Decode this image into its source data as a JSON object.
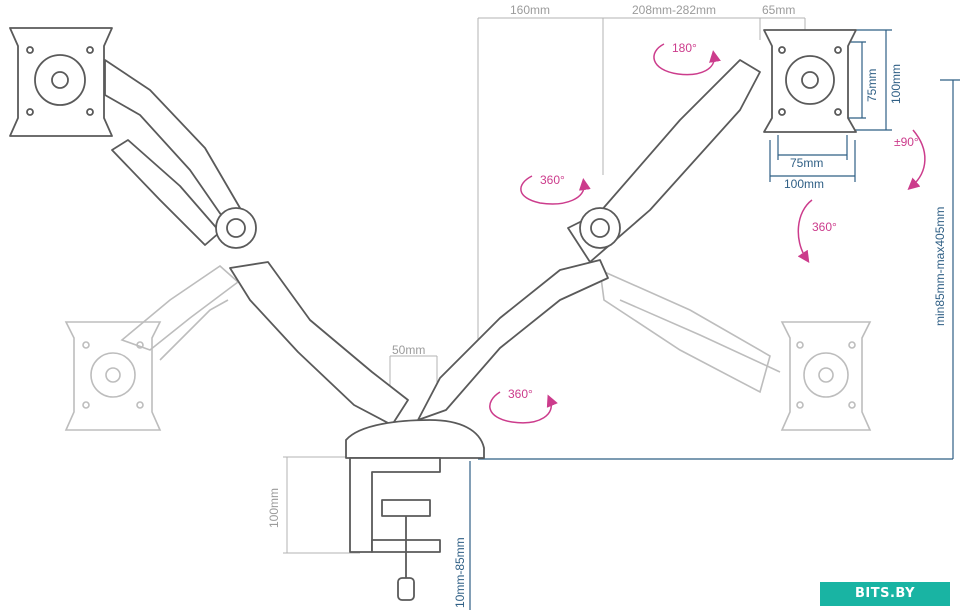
{
  "dimensions": {
    "horizontal": [
      "160mm",
      "208mm-282mm",
      "65mm"
    ],
    "vesa_small": "75mm",
    "vesa_large": "100mm",
    "arm_gap": "50mm",
    "clamp_height": "100mm",
    "desk_thickness": "10mm-85mm",
    "height_range": "min85mm-max405mm"
  },
  "rotations": {
    "panel_rotate": "180°",
    "tilt": "±90°",
    "upper_arm_swivel": "360°",
    "panel_swivel": "360°",
    "base_swivel": "360°"
  },
  "watermark": "BITS.BY",
  "colors": {
    "line": "#5a5a5a",
    "ghost": "#bdbdbd",
    "dimension_gray": "#b3b3b3",
    "dimension_blue": "#2f5f85",
    "rotation_pink": "#cc3c8c",
    "watermark_bg": "#19b4a3"
  }
}
